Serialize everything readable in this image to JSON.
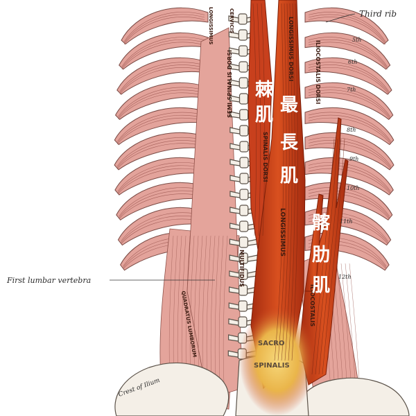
{
  "labels": {
    "third_rib": "Third rib",
    "first_lumbar": "First lumbar vertebra",
    "crest_of_ilium": "Crest of Ilium",
    "sacro_spinalis_1": "SACRO",
    "sacro_spinalis_2": "SPINALIS",
    "longissimus_dorsi": "LONGISSIMUS DORSI",
    "iliocostalis_dorsi": "ILIOCOSTALIS DORSI",
    "semispinalis_dorsi": "SEMI-SPINALIS DORSI",
    "spinalis_dorsi": "SPINALIS DORSI",
    "longissimus_lower": "LONGISSIMUS",
    "iliocostalis_lower": "ILIOCOSTALIS",
    "longissimus_cervicis": "LONGISSIMUS",
    "longissimus_cervicis_2": "CERVICIS",
    "multifidus": "MULTIFIDUS",
    "quadratus_lumborum": "QUADRATUS LUMBORUM"
  },
  "rib_numbers": [
    "5th",
    "6th",
    "7th",
    "8th",
    "9th",
    "10th",
    "11th",
    "12th"
  ],
  "kanji": {
    "spinalis": [
      "棘",
      "肌"
    ],
    "longissimus": [
      "最",
      "長",
      "肌"
    ],
    "iliocostalis": [
      "髂",
      "肋",
      "肌"
    ]
  },
  "colors": {
    "rib_muscle": "#e3a39b",
    "highlight_muscle": "#c8401d",
    "bone": "#f4efe7",
    "sacral_glow": "#f2c14e"
  }
}
